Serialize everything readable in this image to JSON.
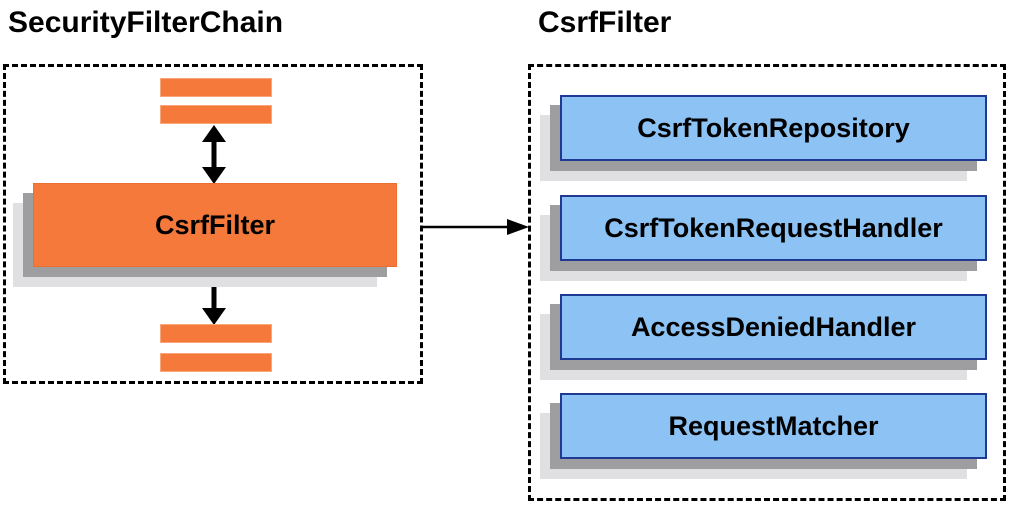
{
  "left_panel": {
    "title": "SecurityFilterChain",
    "filter_label": "CsrfFilter"
  },
  "right_panel": {
    "title": "CsrfFilter",
    "boxes": [
      {
        "label": "CsrfTokenRepository"
      },
      {
        "label": "CsrfTokenRequestHandler"
      },
      {
        "label": "AccessDeniedHandler"
      },
      {
        "label": "RequestMatcher"
      }
    ]
  },
  "icons": {
    "double_arrow": "↕",
    "flow_arrow": "→"
  },
  "colors": {
    "orange": "#F4793B",
    "orange_bar_border": "#F9A678",
    "orange_box_border": "#ED6F2F",
    "blue_fill": "#8CC2F4",
    "blue_border": "#1E3A93",
    "shadow_dark": "#9E9EA0",
    "shadow_light": "#E0E0E2",
    "arrow": "#000000",
    "text": "#000000"
  }
}
